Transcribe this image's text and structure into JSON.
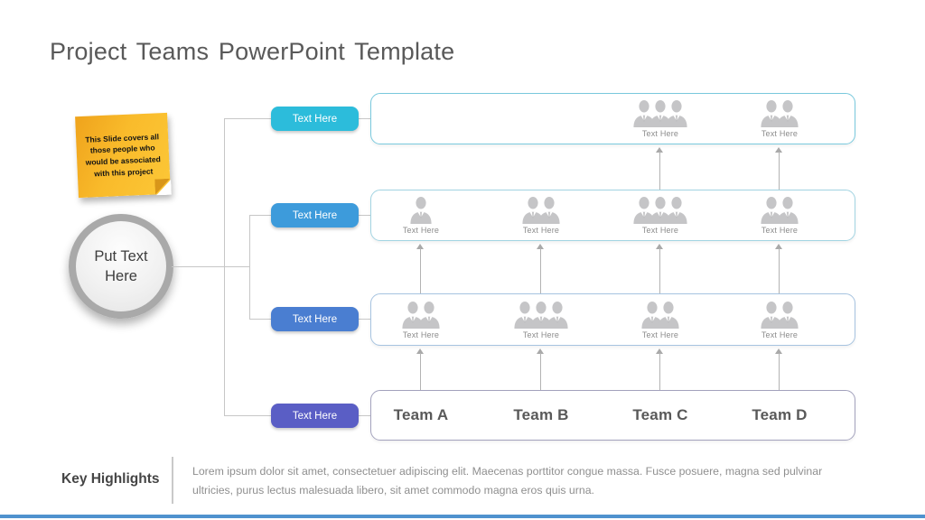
{
  "title": "Project Teams PowerPoint Template",
  "sticky_note": {
    "text": "This Slide covers all those people who would be associated with this project",
    "color": "#F9BB2B"
  },
  "root_node": {
    "label": "Put Text Here"
  },
  "buttons": [
    {
      "label": "Text Here",
      "color": "#2CBCDB"
    },
    {
      "label": "Text Here",
      "color": "#3D9BDB"
    },
    {
      "label": "Text Here",
      "color": "#4A7ED1"
    },
    {
      "label": "Text Here",
      "color": "#5A5EC5"
    }
  ],
  "org_rows": [
    {
      "border_color": "#79C9DD",
      "cells": [
        {
          "people": 0,
          "label": ""
        },
        {
          "people": 0,
          "label": ""
        },
        {
          "people": 3,
          "label": "Text Here"
        },
        {
          "people": 2,
          "label": "Text Here"
        }
      ]
    },
    {
      "border_color": "#A2D4E2",
      "cells": [
        {
          "people": 1,
          "label": "Text Here"
        },
        {
          "people": 2,
          "label": "Text Here"
        },
        {
          "people": 3,
          "label": "Text Here"
        },
        {
          "people": 2,
          "label": "Text Here"
        }
      ]
    },
    {
      "border_color": "#A6C3E0",
      "cells": [
        {
          "people": 2,
          "label": "Text Here"
        },
        {
          "people": 3,
          "label": "Text Here"
        },
        {
          "people": 2,
          "label": "Text Here"
        },
        {
          "people": 2,
          "label": "Text Here"
        }
      ]
    }
  ],
  "team_row": {
    "border_color": "#A3A2BD",
    "teams": [
      "Team A",
      "Team B",
      "Team C",
      "Team D"
    ]
  },
  "arrows": [
    {
      "gap": "level1-level2",
      "columns": [
        3,
        4
      ]
    },
    {
      "gap": "level2-level3",
      "columns": [
        1,
        2,
        3,
        4
      ]
    },
    {
      "gap": "level3-teams",
      "columns": [
        1,
        2,
        3,
        4
      ]
    }
  ],
  "footer": {
    "heading": "Key Highlights",
    "body": "Lorem ipsum dolor sit amet, consectetuer adipiscing elit. Maecenas porttitor congue massa. Fusce posuere, magna sed pulvinar ultricies, purus lectus malesuada libero, sit amet commodo magna eros quis urna."
  },
  "accent_bar_color": "#4F92CE"
}
